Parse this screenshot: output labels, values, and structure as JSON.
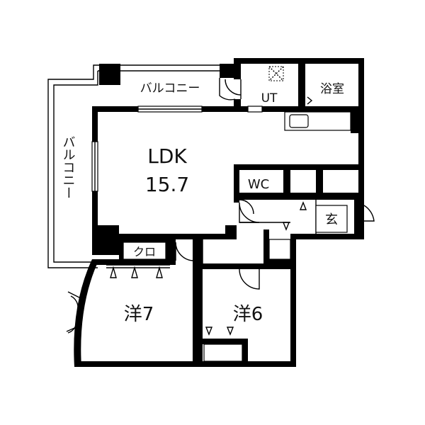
{
  "rooms": {
    "ldk_name": "LDK",
    "ldk_size": "15.7",
    "western7": "洋7",
    "western6": "洋6",
    "closet": "クロ",
    "balcony_top": "バルコニー",
    "balcony_side": "バルコニー",
    "utility": "UT",
    "bath": "浴室",
    "toilet": "WC",
    "entrance": "玄"
  }
}
